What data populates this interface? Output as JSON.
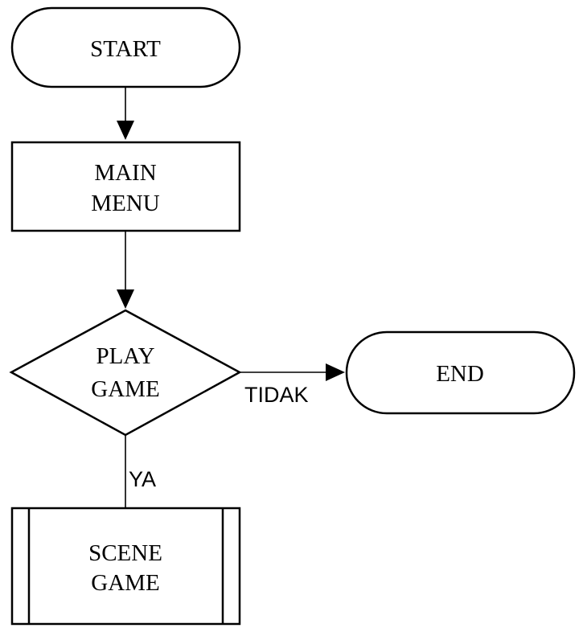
{
  "flowchart": {
    "start": {
      "label": "START"
    },
    "main_menu": {
      "line1": "MAIN",
      "line2": "MENU"
    },
    "decision": {
      "line1": "PLAY",
      "line2": "GAME"
    },
    "end": {
      "label": "END"
    },
    "scene": {
      "line1": "SCENE",
      "line2": "GAME"
    },
    "edge_no": {
      "label": "TIDAK"
    },
    "edge_yes": {
      "label": "YA"
    }
  }
}
